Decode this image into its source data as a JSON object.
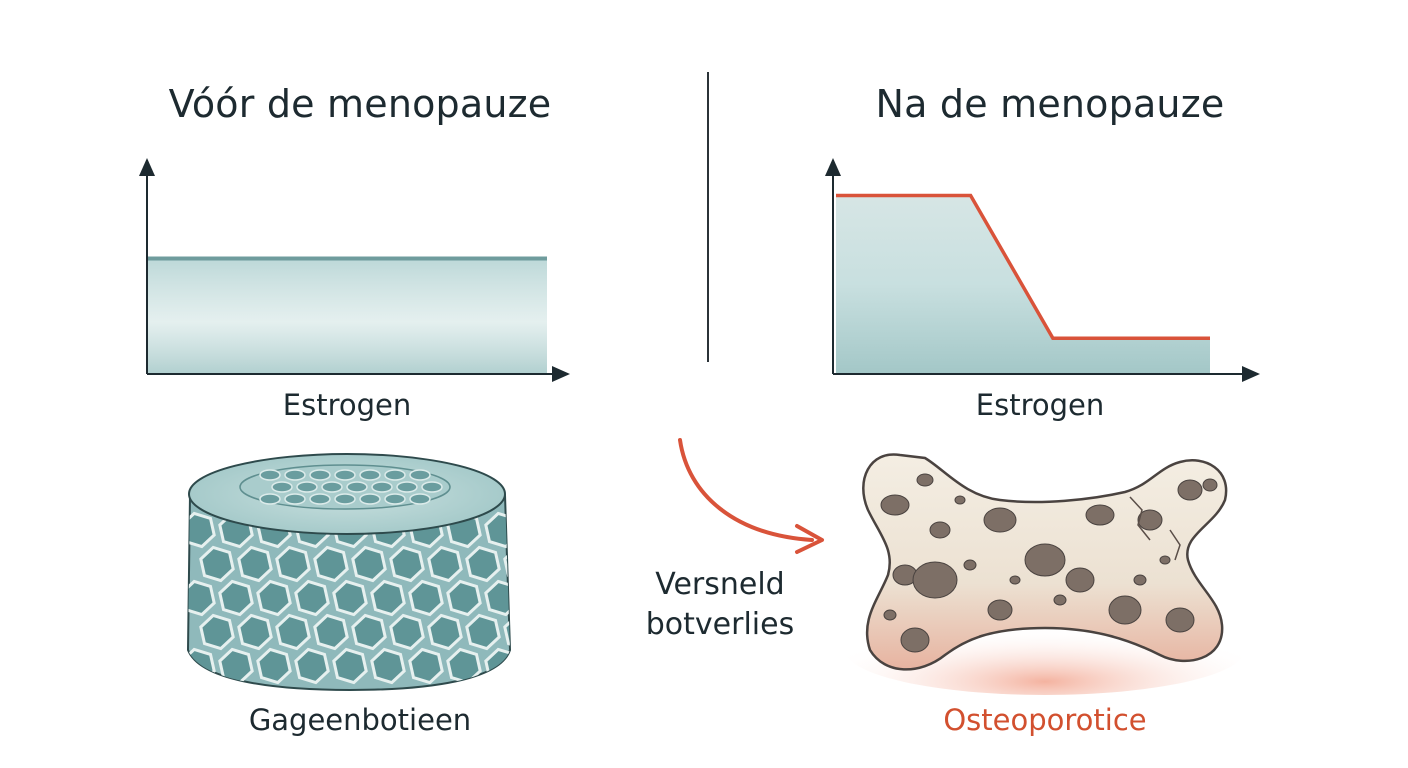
{
  "left_panel": {
    "title": "Vóór de menopauze",
    "axis_label": "Estrogen",
    "specimen_label": "Gageenbotieen"
  },
  "right_panel": {
    "title": "Na de menopauze",
    "axis_label": "Estrogen",
    "specimen_label": "Osteoporotice"
  },
  "transition": {
    "line1": "Versneld",
    "line2": "botverlies"
  },
  "colors": {
    "teal_line": "#6f9c9d",
    "teal_fill": "#b9d6d6",
    "red_line": "#d9533a",
    "label_red": "#d2502f",
    "axis": "#1d2a30",
    "bone_block": "#8fb9bb",
    "bone_cell": "#5f9597",
    "bone_cream": "#f1ebe0",
    "bone_hole": "#7d6f66"
  },
  "icons": {
    "healthy_bone": "trabecular-bone-block-icon",
    "osteoporotic_bone": "porous-bone-icon",
    "transition_arrow": "curved-arrow-icon"
  },
  "chart_data": [
    {
      "type": "area",
      "title": "Vóór de menopauze",
      "xlabel": "Estrogen",
      "ylabel": "",
      "x": [
        0,
        1
      ],
      "y": [
        0.55,
        0.55
      ],
      "ylim": [
        0,
        1
      ],
      "grid": false
    },
    {
      "type": "area",
      "title": "Na de menopauze",
      "xlabel": "Estrogen",
      "ylabel": "",
      "x": [
        0,
        0.36,
        0.58,
        1
      ],
      "y": [
        0.85,
        0.85,
        0.17,
        0.17
      ],
      "ylim": [
        0,
        1
      ],
      "grid": false
    }
  ]
}
